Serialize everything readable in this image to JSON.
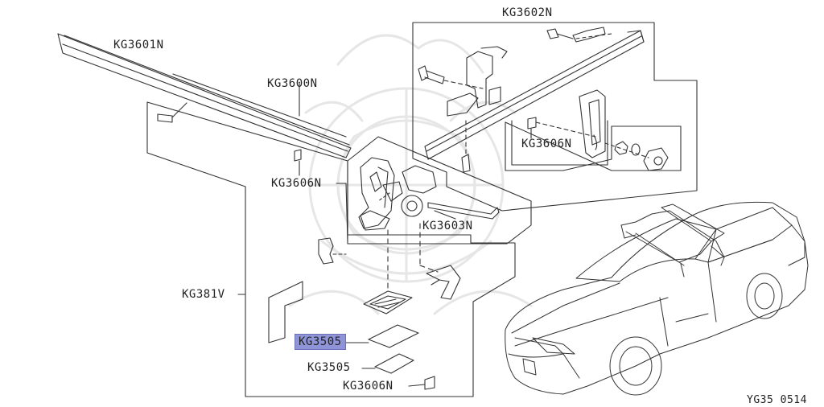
{
  "diagram": {
    "footer_code": "YG35  0514",
    "highlight_color": "#8f94d8",
    "callouts": [
      {
        "id": "kg3602n",
        "label": "KG3602N"
      },
      {
        "id": "kg3601n",
        "label": "KG3601N"
      },
      {
        "id": "kg3600n",
        "label": "KG3600N"
      },
      {
        "id": "kg3606n-top",
        "label": "KG3606N"
      },
      {
        "id": "kg3606n-left",
        "label": "KG3606N"
      },
      {
        "id": "kg3603n",
        "label": "KG3603N"
      },
      {
        "id": "kg381v",
        "label": "KG381V"
      },
      {
        "id": "kg3505-a",
        "label": "KG3505",
        "highlighted": true
      },
      {
        "id": "kg3505-b",
        "label": "KG3505"
      },
      {
        "id": "kg3606n-bottom",
        "label": "KG3606N"
      }
    ]
  }
}
